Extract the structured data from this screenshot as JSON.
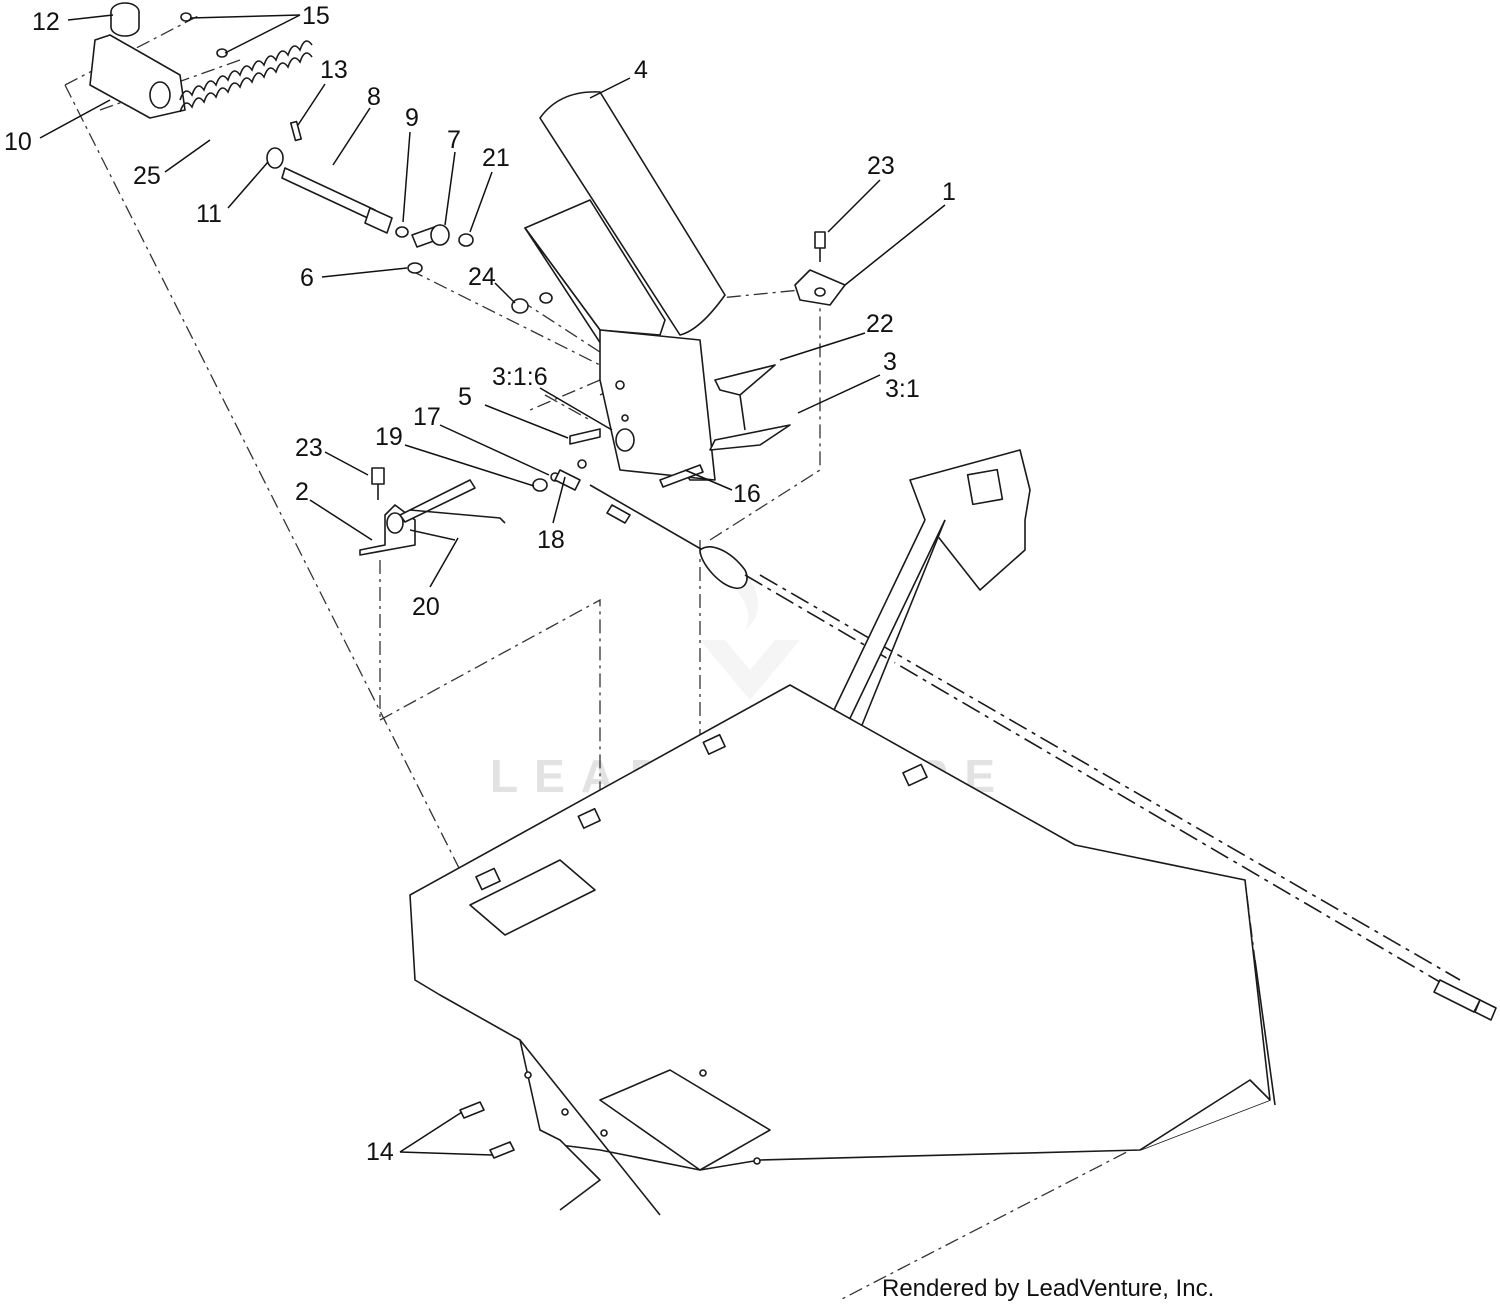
{
  "callouts": [
    {
      "label": "12"
    },
    {
      "label": "15"
    },
    {
      "label": "10"
    },
    {
      "label": "13"
    },
    {
      "label": "8"
    },
    {
      "label": "25"
    },
    {
      "label": "11"
    },
    {
      "label": "9"
    },
    {
      "label": "7"
    },
    {
      "label": "21"
    },
    {
      "label": "4"
    },
    {
      "label": "23"
    },
    {
      "label": "1"
    },
    {
      "label": "6"
    },
    {
      "label": "24"
    },
    {
      "label": "22"
    },
    {
      "label": "3"
    },
    {
      "label": "3:1"
    },
    {
      "label": "3:1:6"
    },
    {
      "label": "5"
    },
    {
      "label": "17"
    },
    {
      "label": "19"
    },
    {
      "label": "23"
    },
    {
      "label": "2"
    },
    {
      "label": "18"
    },
    {
      "label": "16"
    },
    {
      "label": "20"
    },
    {
      "label": "14"
    }
  ],
  "watermark": "LEADVENTURE",
  "credit": "Rendered by LeadVenture, Inc."
}
